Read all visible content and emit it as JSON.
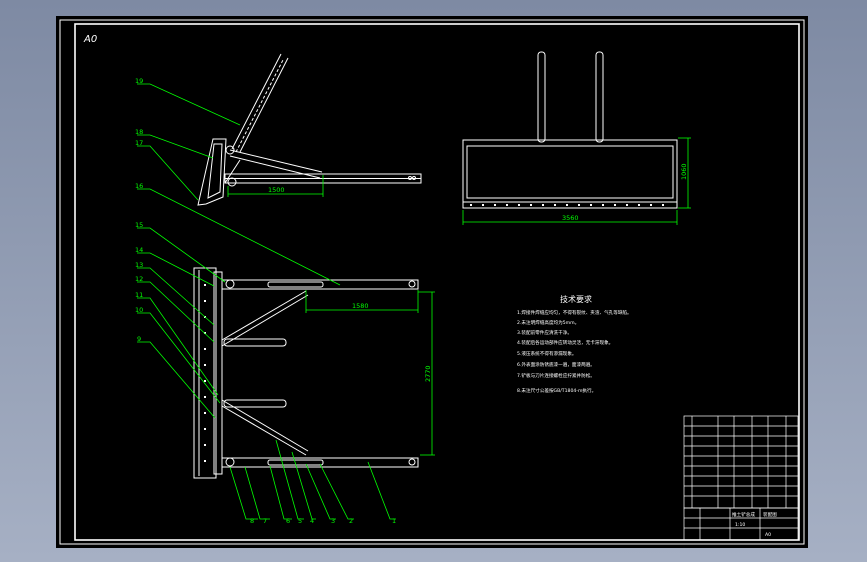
{
  "sheet": {
    "size_label": "A0",
    "colors": {
      "background": "#000000",
      "line": "#ffffff",
      "leader": "#00ff00",
      "dimension": "#00ff00"
    }
  },
  "dimensions": {
    "side_view_length": "1500",
    "front_view_width": "3560",
    "front_view_height": "1060",
    "top_view_length": "1580",
    "top_view_width": "2770"
  },
  "part_numbers": {
    "left": [
      "19",
      "18",
      "17",
      "16",
      "15",
      "14",
      "13",
      "12",
      "11",
      "10",
      "9"
    ],
    "bottom": [
      "8",
      "7",
      "6",
      "5",
      "4",
      "3",
      "2",
      "1"
    ]
  },
  "tech_requirements": {
    "title": "技术要求",
    "lines": [
      "1.焊接件焊缝应均匀，不得有裂纹、夹渣、气孔等缺陷。",
      "2.未注明焊缝高度均为5mm。",
      "3.装配前零件应清洗干净。",
      "4.装配后各运动部件应转动灵活，无卡滞现象。",
      "5.液压系统不得有渗漏现象。",
      "6.外表面涂防锈底漆一遍，面漆两遍。",
      "7.铲板与刀片连接螺栓应拧紧并防松。",
      "8.未注尺寸公差按GB/T1804-m执行。"
    ]
  },
  "title_block": {
    "name": "推土铲总成",
    "drawing_no": "装配图",
    "scale": "1:10",
    "sheet": "A0"
  }
}
